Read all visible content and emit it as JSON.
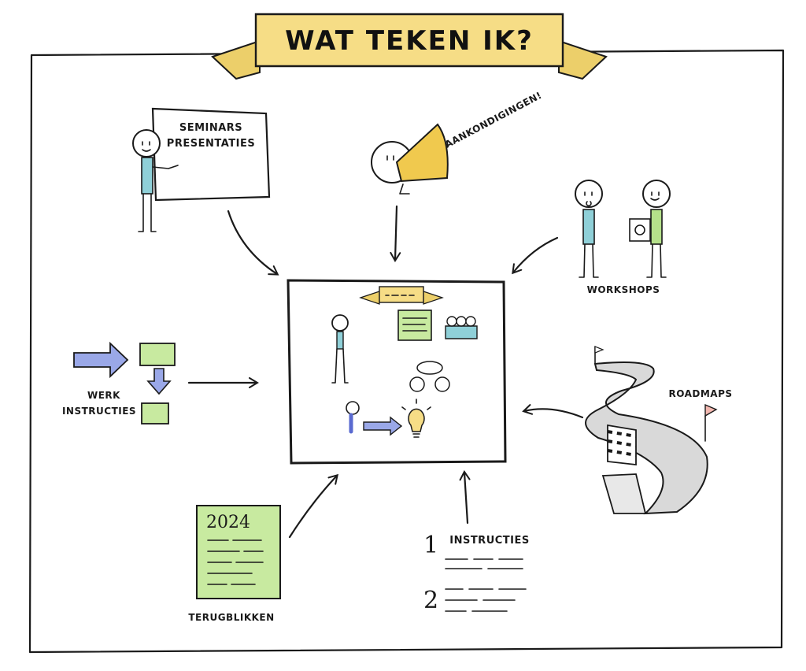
{
  "title": "WAT TEKEN IK?",
  "labels": {
    "seminars": "SEMINARS",
    "presentaties": "PRESENTATIES",
    "aankondigingen": "AANKONDIGINGEN!",
    "workshops": "WORKSHOPS",
    "werk": "WERK",
    "instructies_werk": "INSTRUCTIES",
    "roadmaps": "ROADMAPS",
    "terugblikken": "TERUGBLIKKEN",
    "instructies": "INSTRUCTIES",
    "year": "2024",
    "step1": "1",
    "step2": "2"
  },
  "colors": {
    "banner": "#f6dd86",
    "green": "#c8eaa0",
    "blue": "#9aa8e8",
    "shirt_teal": "#8fd0d8",
    "shirt_green": "#b5e08a",
    "megaphone": "#f0c94e",
    "road": "#d9d9d9",
    "flag_pink": "#f3b8b0"
  }
}
